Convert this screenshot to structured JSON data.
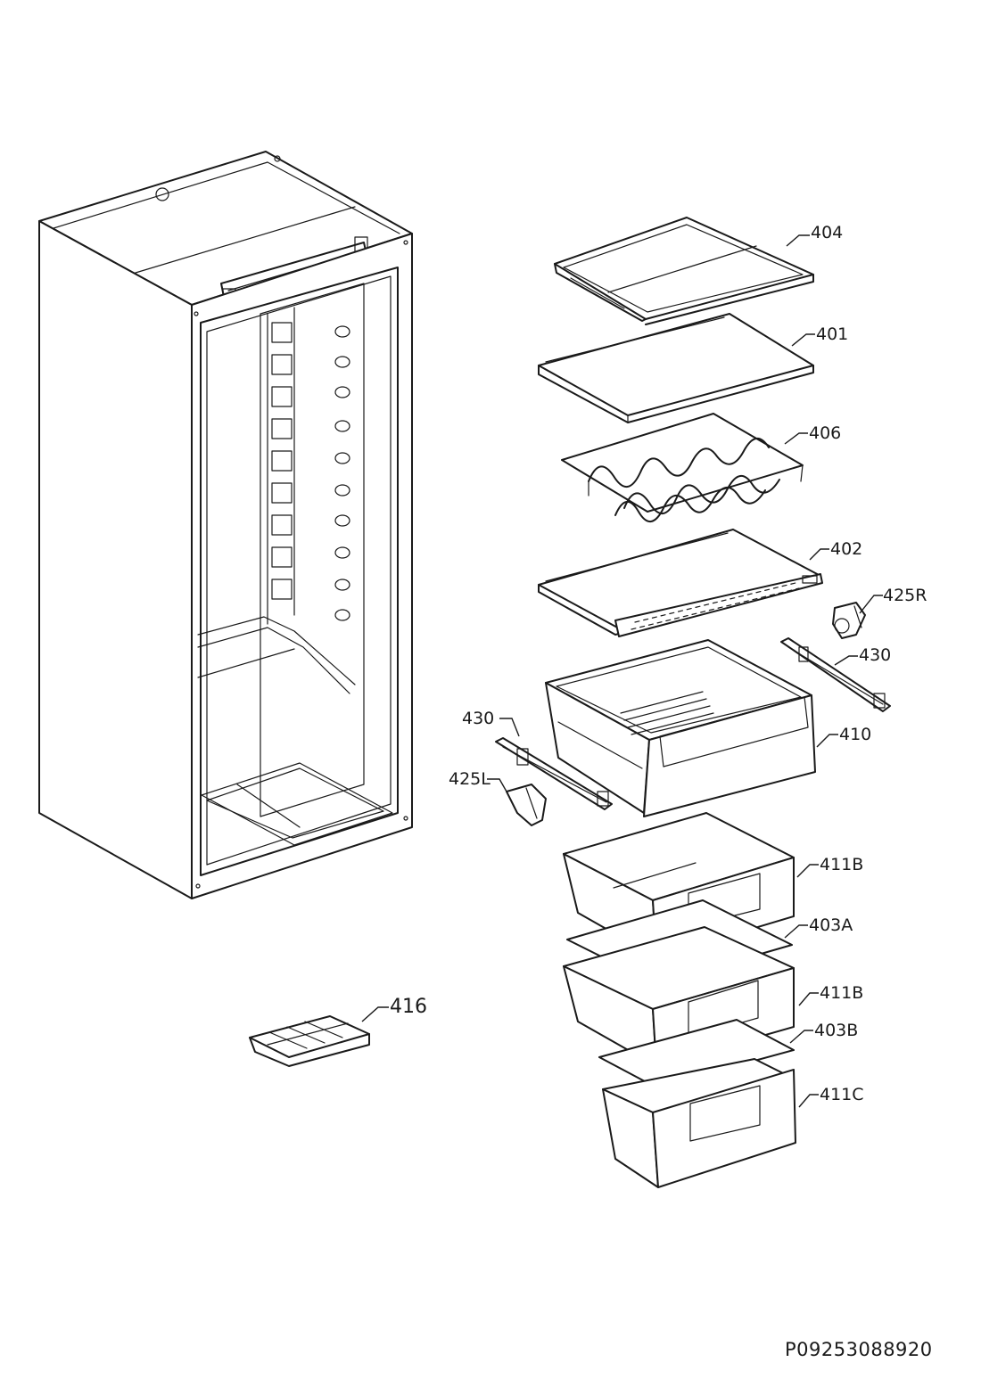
{
  "callouts": {
    "c404": "404",
    "c401": "401",
    "c406": "406",
    "c402": "402",
    "c425R": "425R",
    "c430_right": "430",
    "c410": "410",
    "c430_left": "430",
    "c425L": "425L",
    "c411B_top": "411B",
    "c403A": "403A",
    "c411B_mid": "411B",
    "c403B": "403B",
    "c411C": "411C",
    "c416": "416"
  },
  "drawing_code": "P09253088920"
}
